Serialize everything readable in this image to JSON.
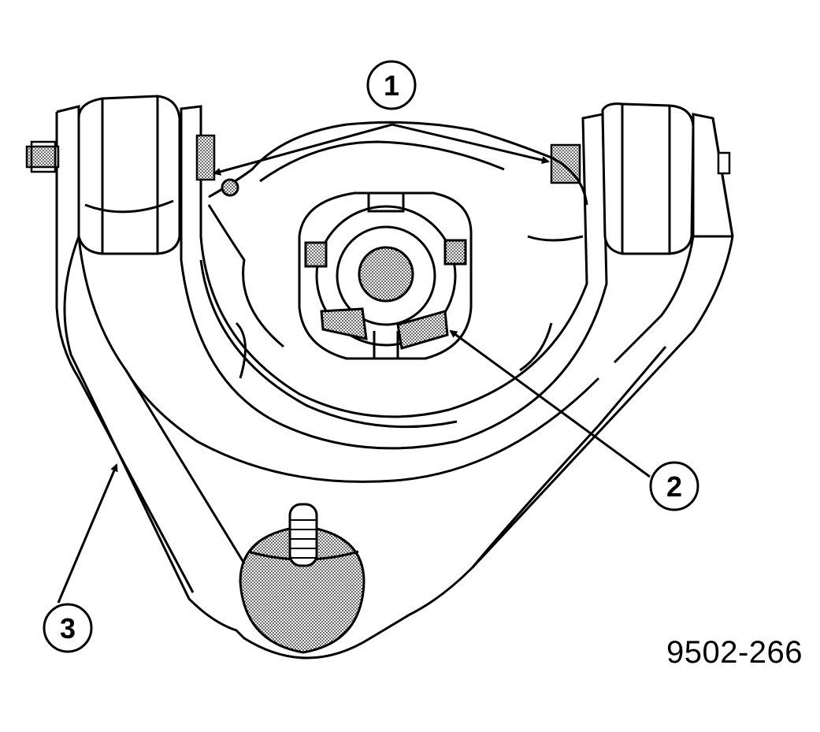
{
  "callouts": [
    {
      "label": "1"
    },
    {
      "label": "2"
    },
    {
      "label": "3"
    }
  ],
  "figure_id": "9502-266",
  "colors": {
    "line": "#000000",
    "fill": "#ffffff",
    "stipple": "#bdbdbd"
  }
}
